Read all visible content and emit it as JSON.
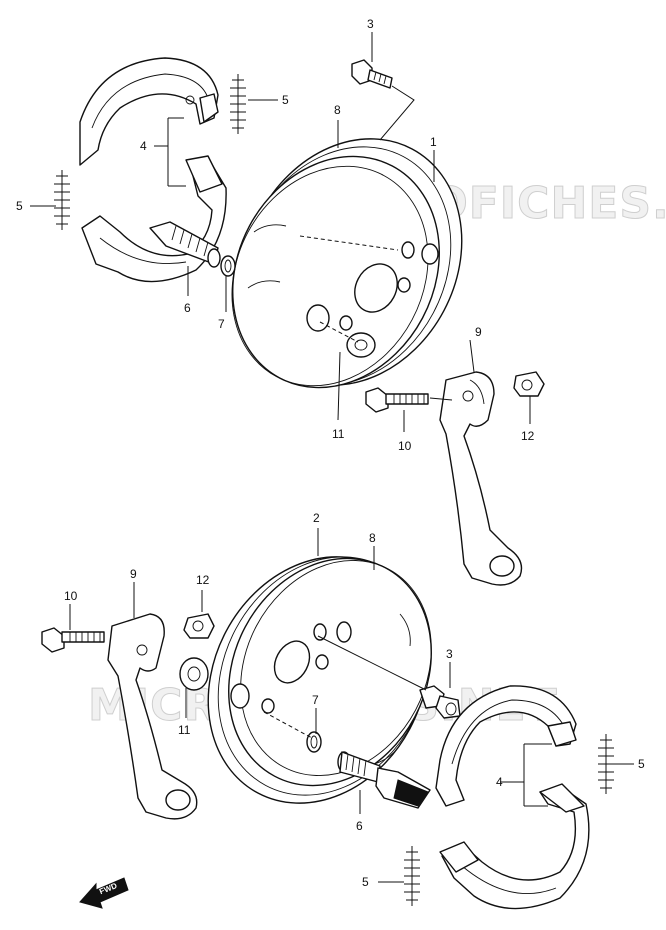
{
  "watermark": "MICROFICHES.NET",
  "fwd_label": "FWD",
  "callouts": {
    "c1": "1",
    "c2": "2",
    "c3a": "3",
    "c3b": "3",
    "c4a": "4",
    "c4b": "4",
    "c5a": "5",
    "c5b": "5",
    "c5c": "5",
    "c5d": "5",
    "c6a": "6",
    "c6b": "6",
    "c7a": "7",
    "c7b": "7",
    "c8a": "8",
    "c8b": "8",
    "c9a": "9",
    "c9b": "9",
    "c10a": "10",
    "c10b": "10",
    "c11a": "11",
    "c11b": "11",
    "c12a": "12",
    "c12b": "12"
  }
}
